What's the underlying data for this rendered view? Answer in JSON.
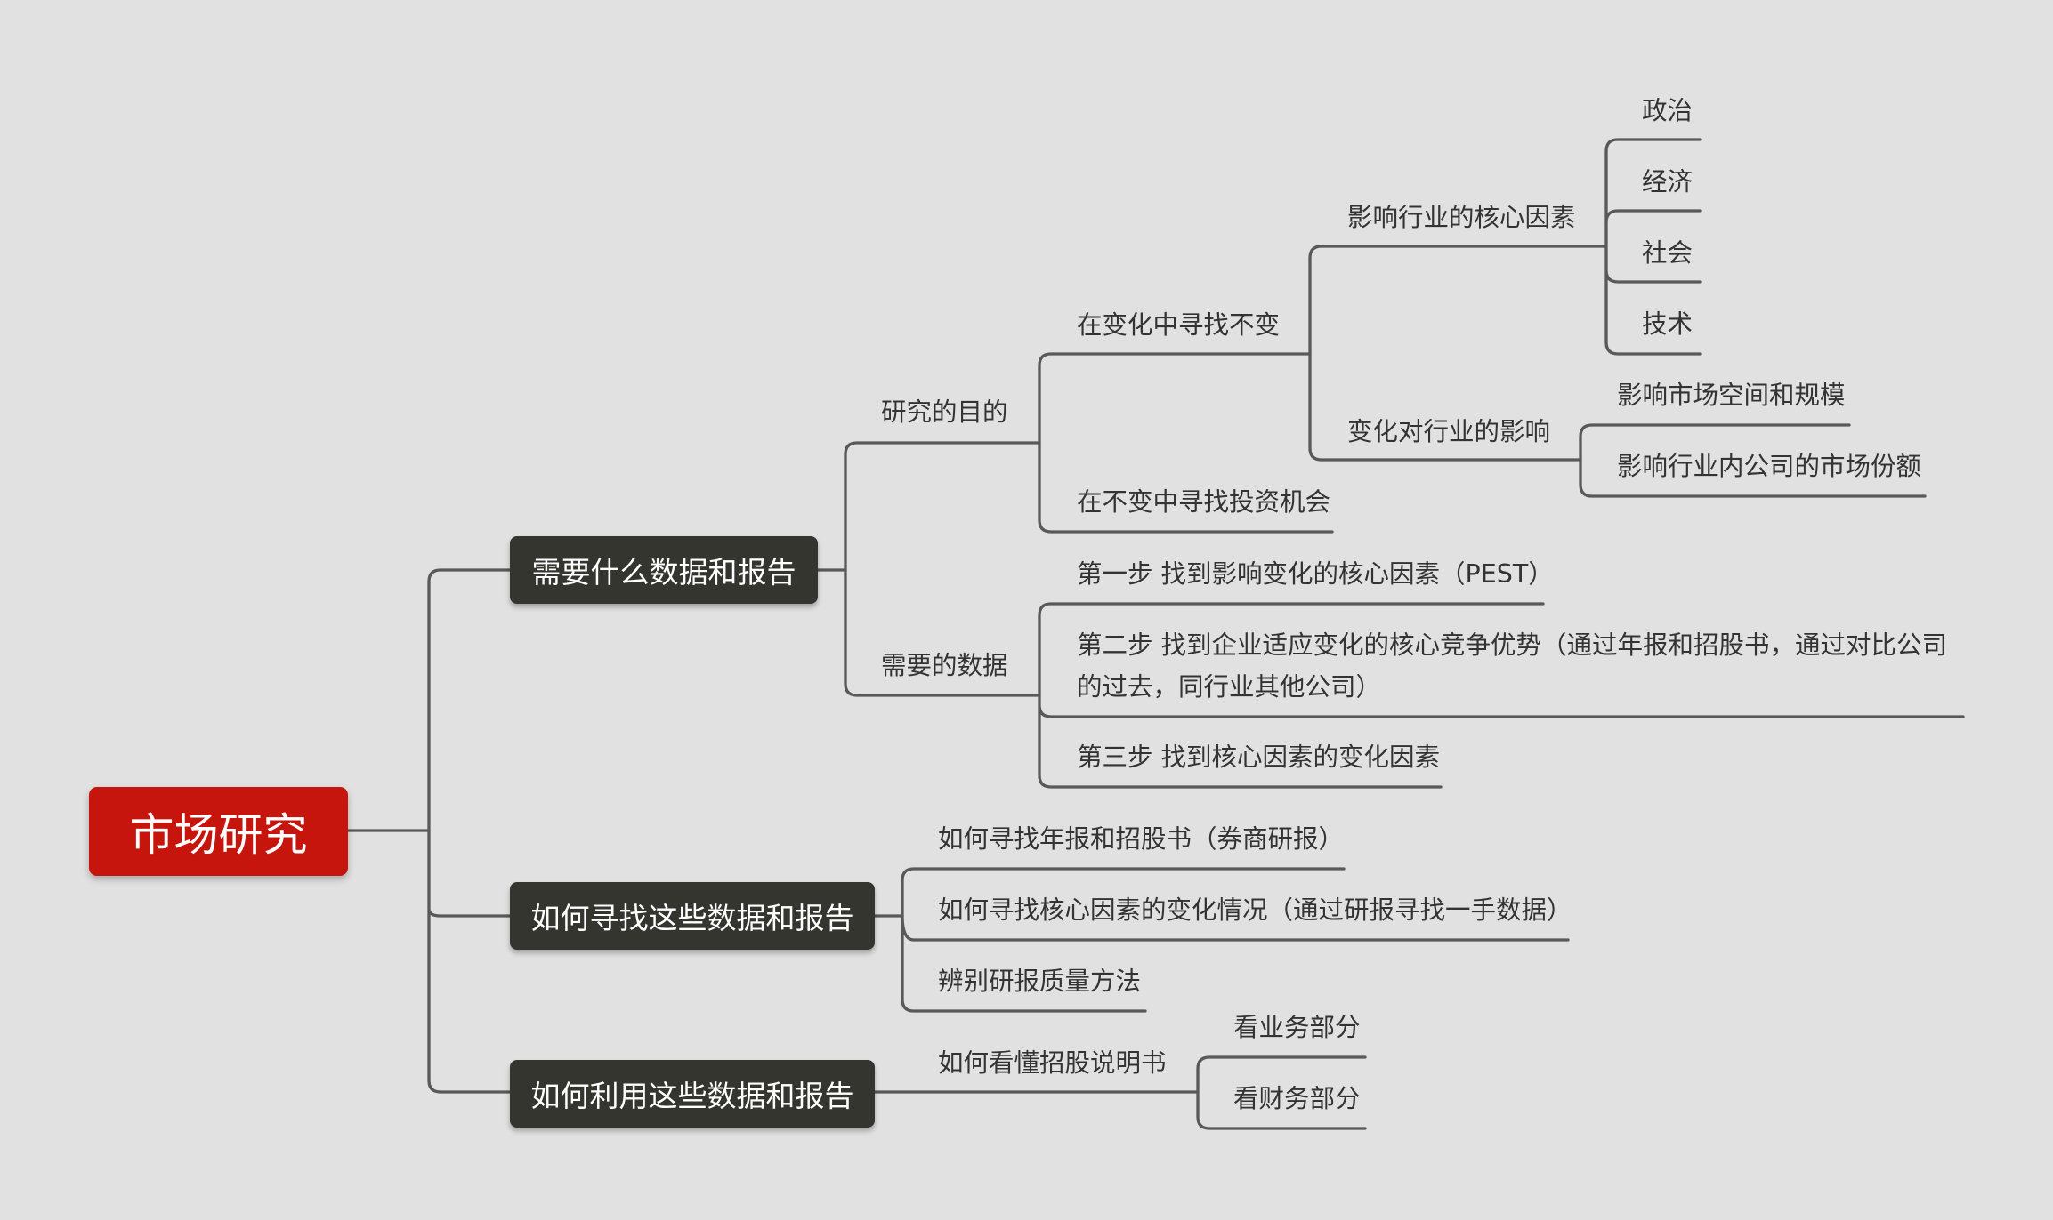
{
  "root": {
    "label": "市场研究"
  },
  "branches": [
    {
      "label": "需要什么数据和报告",
      "children": [
        {
          "label": "研究的目的",
          "children": [
            {
              "label": "在变化中寻找不变",
              "children": [
                {
                  "label": "影响行业的核心因素",
                  "children": [
                    "政治",
                    "经济",
                    "社会",
                    "技术"
                  ]
                },
                {
                  "label": "变化对行业的影响",
                  "children": [
                    "影响市场空间和规模",
                    "影响行业内公司的市场份额"
                  ]
                }
              ]
            },
            {
              "label": "在不变中寻找投资机会"
            }
          ]
        },
        {
          "label": "需要的数据",
          "children": [
            "第一步 找到影响变化的核心因素（PEST）",
            "第二步 找到企业适应变化的核心竞争优势（通过年报和招股书，通过对比公司的过去，同行业其他公司）",
            "第三步 找到核心因素的变化因素"
          ]
        }
      ]
    },
    {
      "label": "如何寻找这些数据和报告",
      "children": [
        "如何寻找年报和招股书（券商研报）",
        "如何寻找核心因素的变化情况（通过研报寻找一手数据）",
        "辨别研报质量方法"
      ]
    },
    {
      "label": "如何利用这些数据和报告",
      "children": [
        {
          "label": "如何看懂招股说明书",
          "children": [
            "看业务部分",
            "看财务部分"
          ]
        }
      ]
    }
  ],
  "colors": {
    "background": "#e1e1e1",
    "root": "#c5150d",
    "main_topic": "#353530",
    "line": "#595959",
    "text": "#333333"
  }
}
